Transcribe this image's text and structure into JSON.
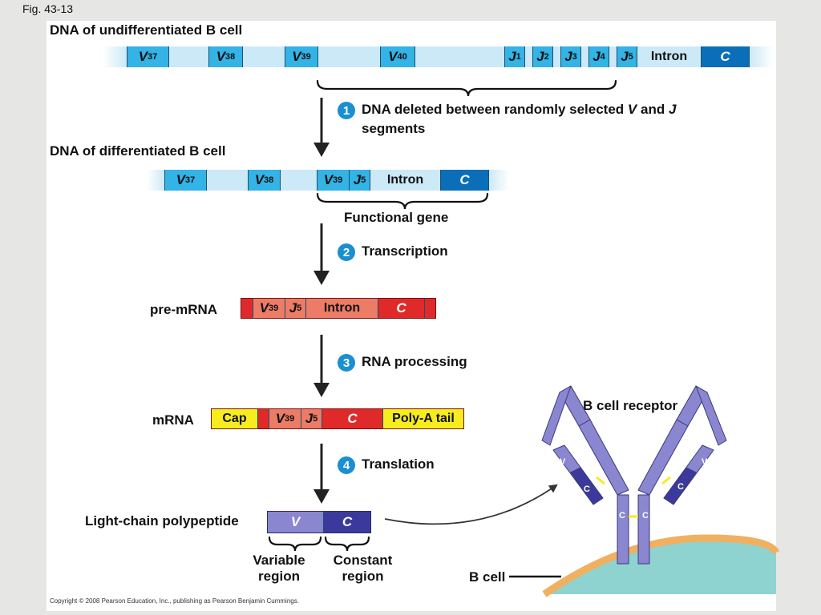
{
  "figure_label": "Fig. 43-13",
  "copyright": "Copyright © 2008 Pearson Education, Inc., publishing as Pearson Benjamin Cummings.",
  "undiff": {
    "title": "DNA of undifferentiated B cell",
    "v_segments": [
      {
        "letter": "V",
        "sub": "37"
      },
      {
        "letter": "V",
        "sub": "38"
      },
      {
        "letter": "V",
        "sub": "39"
      },
      {
        "letter": "V",
        "sub": "40"
      }
    ],
    "j_segments": [
      {
        "letter": "J",
        "sub": "1"
      },
      {
        "letter": "J",
        "sub": "2"
      },
      {
        "letter": "J",
        "sub": "3"
      },
      {
        "letter": "J",
        "sub": "4"
      },
      {
        "letter": "J",
        "sub": "5"
      }
    ],
    "intron": "Intron",
    "constant": "C"
  },
  "steps": [
    {
      "number": "1",
      "text": "DNA deleted between randomly selected ",
      "v": "V",
      "and": " and ",
      "j": "J",
      "line2": "segments"
    },
    {
      "number": "2",
      "text": "Transcription"
    },
    {
      "number": "3",
      "text": "RNA processing"
    },
    {
      "number": "4",
      "text": "Translation"
    }
  ],
  "diff": {
    "title": "DNA of differentiated B cell",
    "v37": {
      "letter": "V",
      "sub": "37"
    },
    "v38": {
      "letter": "V",
      "sub": "38"
    },
    "v39": {
      "letter": "V",
      "sub": "39"
    },
    "j5": {
      "letter": "J",
      "sub": "5"
    },
    "intron": "Intron",
    "constant": "C",
    "functional_gene": "Functional gene"
  },
  "premrna": {
    "label": "pre-mRNA",
    "v39": {
      "letter": "V",
      "sub": "39"
    },
    "j5": {
      "letter": "J",
      "sub": "5"
    },
    "intron": "Intron",
    "constant": "C"
  },
  "mrna": {
    "label": "mRNA",
    "cap": "Cap",
    "v39": {
      "letter": "V",
      "sub": "39"
    },
    "j5": {
      "letter": "J",
      "sub": "5"
    },
    "constant": "C",
    "polya": "Poly-A tail"
  },
  "polypeptide": {
    "label": "Light-chain polypeptide",
    "v": "V",
    "c": "C",
    "variable_region": "Variable region",
    "variable_line1": "Variable",
    "variable_line2": "region",
    "constant_line1": "Constant",
    "constant_line2": "region"
  },
  "receptor": {
    "title": "B cell receptor",
    "cell": "B cell",
    "v": "V",
    "c": "C"
  },
  "colors": {
    "dna_light": "#cce9f7",
    "dna_gene": "#33b3e6",
    "dna_constant": "#0a6fb8",
    "rna_red": "#e02a2a",
    "intron_salmon": "#ec7c66",
    "cap_yellow": "#f6ec1e",
    "variable_purple": "#8a86cf",
    "constant_purple": "#3b3a9c",
    "step_circle": "#1a8fd1"
  }
}
